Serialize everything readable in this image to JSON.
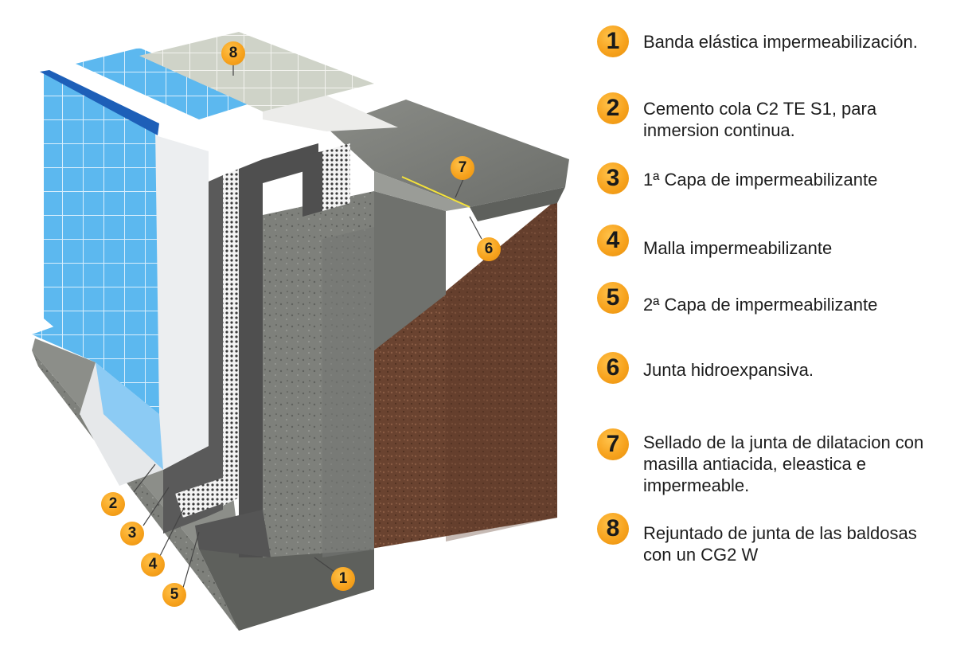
{
  "legend": {
    "items": [
      {
        "number": "1",
        "text": "Banda elástica impermeabilización."
      },
      {
        "number": "2",
        "text": "Cemento cola C2 TE S1, para\ninmersion continua."
      },
      {
        "number": "3",
        "text": "1ª Capa de impermeabilizante"
      },
      {
        "number": "4",
        "text": "Malla impermeabilizante"
      },
      {
        "number": "5",
        "text": "2ª Capa de impermeabilizante"
      },
      {
        "number": "6",
        "text": "Junta hidroexpansiva."
      },
      {
        "number": "7",
        "text": "Sellado de la junta de dilatacion con\nmasilla antiacida, eleastica e\nimpermeable."
      },
      {
        "number": "8",
        "text": "Rejuntado de junta de las baldosas\ncon un CG2  W"
      }
    ]
  },
  "callouts": {
    "c1": "1",
    "c2": "2",
    "c3": "3",
    "c4": "4",
    "c5": "5",
    "c6": "6",
    "c7": "7",
    "c8": "8"
  },
  "colors": {
    "accent_badge": "#f7a31e",
    "tile_blue": "#5bb6ef",
    "concrete": "#7d7f7b",
    "soil": "#6b4330",
    "membrane_dark": "#555555",
    "adhesive_white": "#eef0f2"
  }
}
